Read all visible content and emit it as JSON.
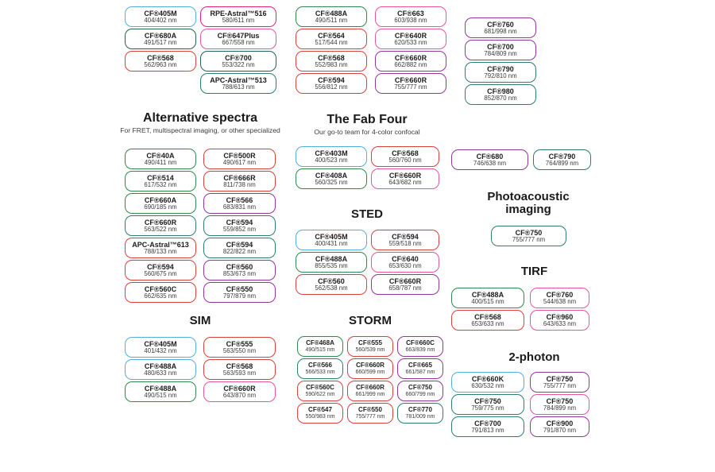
{
  "palette": {
    "blue": "#55aede",
    "green": "#2f8a4c",
    "darkgreen": "#28624e",
    "teal": "#2e7d74",
    "darkteal": "#20605c",
    "red": "#d9423c",
    "pink": "#e8569d",
    "magenta": "#e0218a",
    "purple": "#93379d"
  },
  "top": {
    "col1": [
      {
        "name": "CF®405M",
        "value": "404/402 nm",
        "color": "blue"
      },
      {
        "name": "CF®680A",
        "value": "491/517 nm",
        "color": "darkgreen"
      },
      {
        "name": "CF®568",
        "value": "562/963 nm",
        "color": "red"
      }
    ],
    "col2": [
      {
        "name": "RPE-Astral™516",
        "value": "580/611 nm",
        "color": "magenta"
      },
      {
        "name": "CF®647Plus",
        "value": "667/558 nm",
        "color": "pink"
      },
      {
        "name": "CF®700",
        "value": "553/322 nm",
        "color": "darkteal"
      },
      {
        "name": "APC-Astral™513",
        "value": "788/613 nm",
        "color": "teal"
      }
    ],
    "col3": [
      {
        "name": "CF®488A",
        "value": "490/511 nm",
        "color": "green"
      },
      {
        "name": "CF®564",
        "value": "517/544 nm",
        "color": "red"
      },
      {
        "name": "CF®568",
        "value": "552/983 nm",
        "color": "red"
      },
      {
        "name": "CF®594",
        "value": "556/812 nm",
        "color": "red"
      }
    ],
    "col4": [
      {
        "name": "CF®663",
        "value": "603/938 nm",
        "color": "pink"
      },
      {
        "name": "CF®640R",
        "value": "620/533 nm",
        "color": "pink"
      },
      {
        "name": "CF®660R",
        "value": "662/882 nm",
        "color": "purple"
      },
      {
        "name": "CF®660R",
        "value": "755/777 nm",
        "color": "purple"
      }
    ],
    "col5": [
      {
        "name": "CF®760",
        "value": "681/998 nm",
        "color": "purple"
      },
      {
        "name": "CF®700",
        "value": "784/809 nm",
        "color": "purple"
      },
      {
        "name": "CF®790",
        "value": "792/810 nm",
        "color": "teal"
      },
      {
        "name": "CF®980",
        "value": "852/870 nm",
        "color": "teal"
      }
    ]
  },
  "alternative": {
    "title": "Alternative spectra",
    "subtitle": "For FRET, multispectral imaging, or other specialized",
    "col1": [
      {
        "name": "CF®40A",
        "value": "490/411 nm",
        "color": "green"
      },
      {
        "name": "CF®514",
        "value": "617/532 nm",
        "color": "green"
      },
      {
        "name": "CF®660A",
        "value": "690/185 nm",
        "color": "green"
      },
      {
        "name": "CF®660R",
        "value": "563/522 nm",
        "color": "teal"
      },
      {
        "name": "APC-Astral™613",
        "value": "788/133 nm",
        "color": "red"
      },
      {
        "name": "CF®594",
        "value": "560/675 nm",
        "color": "red"
      },
      {
        "name": "CF®560C",
        "value": "662/635 nm",
        "color": "red"
      }
    ],
    "col2": [
      {
        "name": "CF®500R",
        "value": "490/617 nm",
        "color": "red"
      },
      {
        "name": "CF®666R",
        "value": "811/738 nm",
        "color": "red"
      },
      {
        "name": "CF®566",
        "value": "683/831 nm",
        "color": "purple"
      },
      {
        "name": "CF®594",
        "value": "559/852 nm",
        "color": "teal"
      },
      {
        "name": "CF®594",
        "value": "822/822 nm",
        "color": "teal"
      },
      {
        "name": "CF®560",
        "value": "853/673 nm",
        "color": "purple"
      },
      {
        "name": "CF®550",
        "value": "797/879 nm",
        "color": "purple"
      }
    ]
  },
  "fabfour": {
    "title": "The Fab Four",
    "subtitle": "Our go-to team for 4-color confocal",
    "col1": [
      {
        "name": "CF®403M",
        "value": "400/523 nm",
        "color": "blue"
      },
      {
        "name": "CF®408A",
        "value": "560/325 nm",
        "color": "green"
      }
    ],
    "col2": [
      {
        "name": "CF®568",
        "value": "560/760 nm",
        "color": "red"
      },
      {
        "name": "CF®660R",
        "value": "643/682 nm",
        "color": "pink"
      }
    ]
  },
  "sted": {
    "title": "STED",
    "col1": [
      {
        "name": "CF®405M",
        "value": "400/431 nm",
        "color": "blue"
      },
      {
        "name": "CF®488A",
        "value": "855/535 nm",
        "color": "green"
      },
      {
        "name": "CF®560",
        "value": "562/538 nm",
        "color": "red"
      }
    ],
    "col2": [
      {
        "name": "CF®594",
        "value": "559/518 nm",
        "color": "red"
      },
      {
        "name": "CF®640",
        "value": "653/630 nm",
        "color": "pink"
      },
      {
        "name": "CF®660R",
        "value": "658/787 nm",
        "color": "purple"
      }
    ]
  },
  "sim": {
    "title": "SIM",
    "col1": [
      {
        "name": "CF®405M",
        "value": "401/432 nm",
        "color": "blue"
      },
      {
        "name": "CF®488A",
        "value": "480/633 nm",
        "color": "blue"
      },
      {
        "name": "CF®488A",
        "value": "490/515 nm",
        "color": "green"
      }
    ],
    "col2": [
      {
        "name": "CF®555",
        "value": "563/550 nm",
        "color": "red"
      },
      {
        "name": "CF®568",
        "value": "563/593 nm",
        "color": "red"
      },
      {
        "name": "CF®660R",
        "value": "643/870 nm",
        "color": "pink"
      }
    ]
  },
  "storm": {
    "title": "STORM",
    "col1": [
      {
        "name": "CF®468A",
        "value": "490/515 nm",
        "color": "green"
      },
      {
        "name": "CF®566",
        "value": "566/533 nm",
        "color": "teal"
      },
      {
        "name": "CF®560C",
        "value": "590/622 nm",
        "color": "red"
      },
      {
        "name": "CF®547",
        "value": "550/983 nm",
        "color": "red"
      }
    ],
    "col2": [
      {
        "name": "CF®555",
        "value": "560/539 nm",
        "color": "red"
      },
      {
        "name": "CF®660R",
        "value": "660/599 nm",
        "color": "red"
      },
      {
        "name": "CF®660R",
        "value": "661/999 nm",
        "color": "red"
      },
      {
        "name": "CF®550",
        "value": "755/777 nm",
        "color": "red"
      }
    ],
    "col3": [
      {
        "name": "CF®660C",
        "value": "663/839 nm",
        "color": "purple"
      },
      {
        "name": "CF®665",
        "value": "661/587 nm",
        "color": "purple"
      },
      {
        "name": "CF®750",
        "value": "660/799 nm",
        "color": "purple"
      },
      {
        "name": "CF®770",
        "value": "781/009 nm",
        "color": "teal"
      }
    ]
  },
  "nir_pair": {
    "col1": [
      {
        "name": "CF®680",
        "value": "746/638 nm",
        "color": "purple"
      }
    ],
    "col2": [
      {
        "name": "CF®790",
        "value": "764/899 nm",
        "color": "teal"
      }
    ]
  },
  "photoacoustic": {
    "title": "Photoacoustic imaging",
    "col1": [
      {
        "name": "CF®750",
        "value": "755/777 nm",
        "color": "teal"
      }
    ]
  },
  "tirf": {
    "title": "TIRF",
    "col1": [
      {
        "name": "CF®488A",
        "value": "400/515 nm",
        "color": "green"
      },
      {
        "name": "CF®568",
        "value": "653/633 nm",
        "color": "red"
      }
    ],
    "col2": [
      {
        "name": "CF®760",
        "value": "544/638 nm",
        "color": "pink"
      },
      {
        "name": "CF®960",
        "value": "643/633 nm",
        "color": "pink"
      }
    ]
  },
  "twophoton": {
    "title": "2-photon",
    "col1": [
      {
        "name": "CF®660K",
        "value": "630/532 nm",
        "color": "blue"
      },
      {
        "name": "CF®750",
        "value": "759/775 nm",
        "color": "teal"
      },
      {
        "name": "CF®700",
        "value": "791/813 nm",
        "color": "teal"
      }
    ],
    "col2": [
      {
        "name": "CF®750",
        "value": "755/777 nm",
        "color": "purple"
      },
      {
        "name": "CF®750",
        "value": "784/899 nm",
        "color": "pink"
      },
      {
        "name": "CF®900",
        "value": "791/870 nm",
        "color": "purple"
      }
    ]
  }
}
